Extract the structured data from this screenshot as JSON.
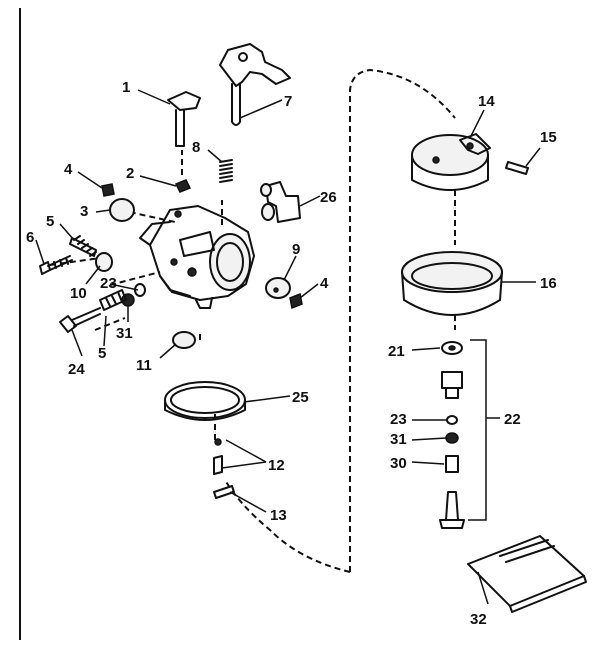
{
  "callouts": [
    {
      "id": "c1",
      "text": "1"
    },
    {
      "id": "c7",
      "text": "7"
    },
    {
      "id": "c8",
      "text": "8"
    },
    {
      "id": "c2",
      "text": "2"
    },
    {
      "id": "c4a",
      "text": "4"
    },
    {
      "id": "c3",
      "text": "3"
    },
    {
      "id": "c26",
      "text": "26"
    },
    {
      "id": "c5a",
      "text": "5"
    },
    {
      "id": "c6",
      "text": "6"
    },
    {
      "id": "c9",
      "text": "9"
    },
    {
      "id": "c4b",
      "text": "4"
    },
    {
      "id": "c10",
      "text": "10"
    },
    {
      "id": "c23a",
      "text": "23"
    },
    {
      "id": "c31a",
      "text": "31"
    },
    {
      "id": "c5b",
      "text": "5"
    },
    {
      "id": "c24",
      "text": "24"
    },
    {
      "id": "c11",
      "text": "11"
    },
    {
      "id": "c25",
      "text": "25"
    },
    {
      "id": "c12",
      "text": "12"
    },
    {
      "id": "c13",
      "text": "13"
    },
    {
      "id": "c14",
      "text": "14"
    },
    {
      "id": "c15",
      "text": "15"
    },
    {
      "id": "c16",
      "text": "16"
    },
    {
      "id": "c21",
      "text": "21"
    },
    {
      "id": "c22",
      "text": "22"
    },
    {
      "id": "c23b",
      "text": "23"
    },
    {
      "id": "c31b",
      "text": "31"
    },
    {
      "id": "c30",
      "text": "30"
    },
    {
      "id": "c32",
      "text": "32"
    }
  ],
  "colors": {
    "ink": "#111111",
    "paper": "#ffffff"
  }
}
